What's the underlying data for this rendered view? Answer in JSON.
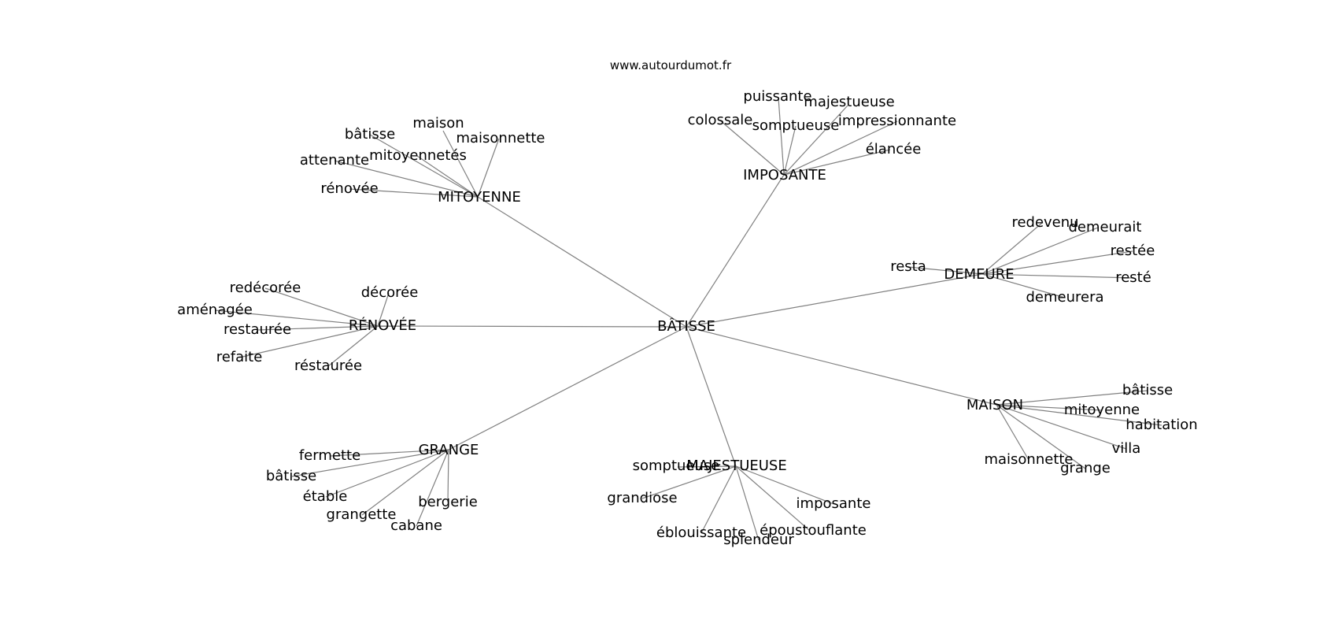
{
  "source": "www.autourdumot.fr",
  "graph": {
    "center": "BÂTISSE",
    "clusters": [
      {
        "hub": "MITOYENNE",
        "leaves": [
          "bâtisse",
          "maison",
          "maisonnette",
          "mitoyennetés",
          "attenante",
          "rénovée"
        ]
      },
      {
        "hub": "IMPOSANTE",
        "leaves": [
          "puissante",
          "majestueuse",
          "colossale",
          "somptueuse",
          "impressionnante",
          "élancée"
        ]
      },
      {
        "hub": "DEMEURE",
        "leaves": [
          "redevenu",
          "demeurait",
          "restée",
          "resta",
          "resté",
          "demeurera"
        ]
      },
      {
        "hub": "RÉNOVÉE",
        "leaves": [
          "redécorée",
          "décorée",
          "aménagée",
          "restaurée",
          "refaite",
          "réstaurée"
        ]
      },
      {
        "hub": "MAISON",
        "leaves": [
          "bâtisse",
          "mitoyenne",
          "habitation",
          "villa",
          "maisonnette",
          "grange"
        ]
      },
      {
        "hub": "GRANGE",
        "leaves": [
          "fermette",
          "bâtisse",
          "étable",
          "grangette",
          "bergerie",
          "cabane"
        ]
      },
      {
        "hub": "MAJESTUEUSE",
        "leaves": [
          "somptueuse",
          "grandiose",
          "imposante",
          "éblouissante",
          "époustouflante",
          "splendeur"
        ]
      }
    ]
  }
}
